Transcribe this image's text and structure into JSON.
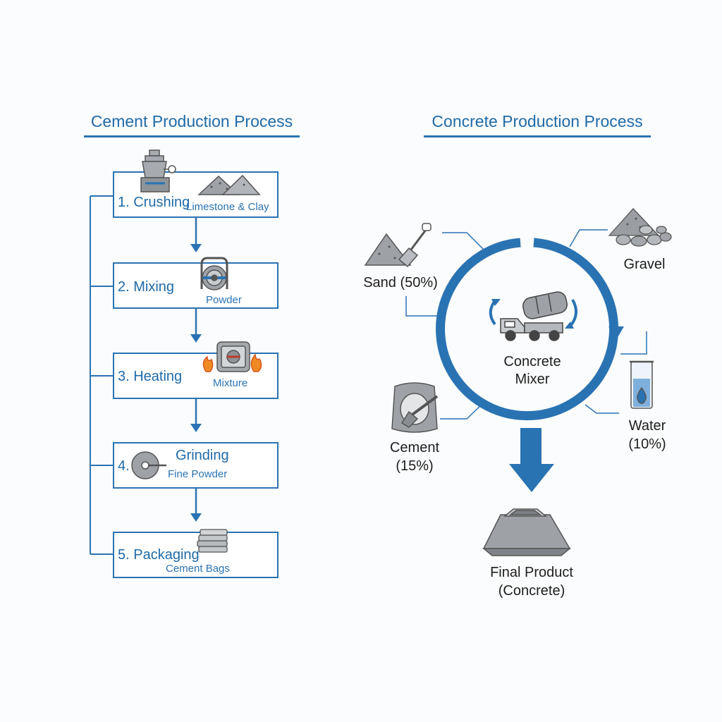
{
  "cement": {
    "title": "Cement Production Process",
    "steps": [
      {
        "label": "1. Crushing",
        "sub": "Limestone & Clay"
      },
      {
        "label": "2. Mixing",
        "sub": "Powder"
      },
      {
        "label": "3. Heating",
        "sub": "Mixture"
      },
      {
        "label": "4.",
        "title2": "Grinding",
        "sub": "Fine Powder"
      },
      {
        "label": "5. Packaging",
        "sub": "Cement Bags"
      }
    ]
  },
  "concrete": {
    "title": "Concrete Production Process",
    "mixer_line1": "Concrete",
    "mixer_line2": "Mixer",
    "sand": "Sand (50%)",
    "gravel": "Gravel",
    "cement_line1": "Cement",
    "cement_line2": "(15%)",
    "water_line1": "Water",
    "water_line2": "(10%)",
    "final_line1": "Final Product",
    "final_line2": "(Concrete)"
  },
  "colors": {
    "accent": "#2a73b3",
    "accent_text": "#1f6aa8",
    "icon_gray": "#8a8d91"
  }
}
